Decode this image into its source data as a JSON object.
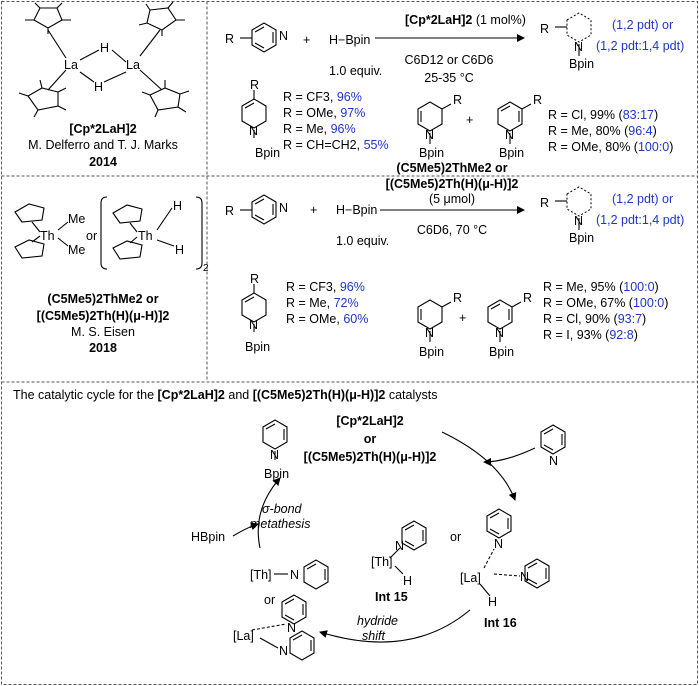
{
  "row1": {
    "catalyst_label": "[Cp*2LaH]2",
    "authors": "M. Delferro and T. J. Marks",
    "year": "2014",
    "metal": "La",
    "hydride": "H",
    "reagent": "H−Bpin",
    "equiv": "1.0 equiv.",
    "conditions_top": "[Cp*2LaH]2",
    "conditions_top_suffix": " (1 mol%)",
    "solvent": "C6D12 or C6D6",
    "temperature": "25-35 °C",
    "product_note_a": "(1,2 pdt) or",
    "product_note_b": "(1,2 pdt:1,4 pdt)",
    "sub_r": "R",
    "bpin": "Bpin",
    "n": "N",
    "para_results": [
      {
        "label": "R = CF3, ",
        "value": "96%"
      },
      {
        "label": "R = OMe, ",
        "value": "97%"
      },
      {
        "label": "R = Me, ",
        "value": "96%"
      },
      {
        "label": "R = CH=CH2, ",
        "value": "55%"
      }
    ],
    "meta_results": [
      {
        "label": "R = Cl, 99% (",
        "ratio": "83:17",
        "end": ")"
      },
      {
        "label": "R = Me, 80% (",
        "ratio": "96:4",
        "end": ")"
      },
      {
        "label": "R = OMe, 80% (",
        "ratio": "100:0",
        "end": ")"
      }
    ]
  },
  "row2": {
    "catalyst_label_a": "(C5Me5)2ThMe2 or",
    "catalyst_label_b": "[(C5Me5)2Th(H)(μ-H)]2",
    "author": "M. S. Eisen",
    "year": "2018",
    "metal": "Th",
    "me": "Me",
    "or": "or",
    "hydride": "H",
    "subscript_two": "2",
    "reagent": "H−Bpin",
    "equiv": "1.0 equiv.",
    "conditions_a": "(C5Me5)2ThMe2 or",
    "conditions_b": "[(C5Me5)2Th(H)(μ-H)]2",
    "conditions_c": "(5 μmol)",
    "conditions_d": "C6D6, 70 °C",
    "product_note_a": "(1,2 pdt) or",
    "product_note_b": "(1,2 pdt:1,4 pdt)",
    "para_results": [
      {
        "label": "R = CF3, ",
        "value": "96%"
      },
      {
        "label": "R = Me, ",
        "value": "72%"
      },
      {
        "label": "R = OMe, ",
        "value": "60%"
      }
    ],
    "meta_results": [
      {
        "label": "R = Me, 95% (",
        "ratio": "100:0",
        "end": ")"
      },
      {
        "label": "R = OMe, 67% (",
        "ratio": "100:0",
        "end": ")"
      },
      {
        "label": "R = Cl, 90% (",
        "ratio": "93:7",
        "end": ")"
      },
      {
        "label": "R = I, 93% (",
        "ratio": "92:8",
        "end": ")"
      }
    ]
  },
  "cycle": {
    "heading_prefix": "The catalytic cycle for the ",
    "heading_cat1": "[Cp*2LaH]2",
    "heading_and": " and ",
    "heading_cat2": "[(C5Me5)2Th(H)(μ-H)]2",
    "heading_suffix": " catalysts",
    "center_a": "[Cp*2LaH]2",
    "center_or": "or",
    "center_b": "[(C5Me5)2Th(H)(μ-H)]2",
    "sigma_a": "σ-bond",
    "sigma_b": "metathesis",
    "hbpin": "HBpin",
    "th_bracket": "[Th]",
    "la_bracket": "[La]",
    "or": "or",
    "int15": "Int 15",
    "int16": "Int 16",
    "hydride_a": "hydride",
    "hydride_b": "shift",
    "h": "H",
    "n": "N",
    "bpin": "Bpin"
  }
}
